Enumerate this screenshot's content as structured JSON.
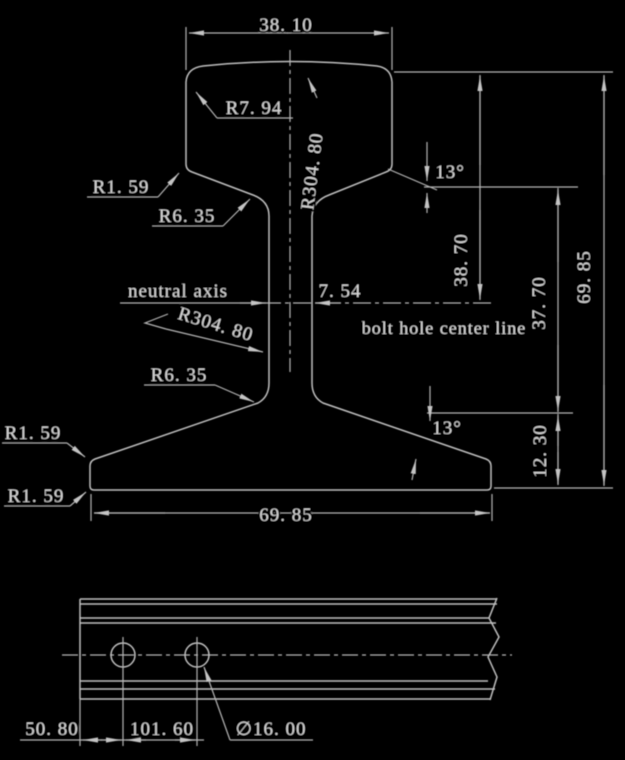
{
  "colors": {
    "background": "#000000",
    "line": "#bfbfbf",
    "text": "#d6d6d6"
  },
  "cross_section_view": {
    "dimensions": {
      "head_width": "38. 10",
      "head_top_to_bolt_hole_line": "38. 70",
      "fishing_height": "37. 70",
      "base_edge_to_bottom": "12. 30",
      "rail_height": "69. 85",
      "base_width": "69. 85",
      "web_thickness": "7. 54",
      "head_fishing_angle": "13°",
      "base_fishing_angle": "13°"
    },
    "radii": {
      "head_corner": "R7. 94",
      "head_crown": "R304. 80",
      "web_face": "R304. 80",
      "upper_head_fillet": "R1. 59",
      "upper_web_fillet": "R6. 35",
      "lower_web_fillet": "R6. 35",
      "base_edge_upper": "R1. 59",
      "base_edge_lower": "R1. 59"
    },
    "annotations": {
      "neutral_axis": "neutral axis",
      "bolt_hole_center_line": "bolt hole center line"
    }
  },
  "side_view": {
    "dimensions": {
      "rail_end_to_first_hole": "50. 80",
      "bolt_hole_spacing": "101. 60",
      "bolt_hole_diameter": "∅16. 00"
    }
  }
}
